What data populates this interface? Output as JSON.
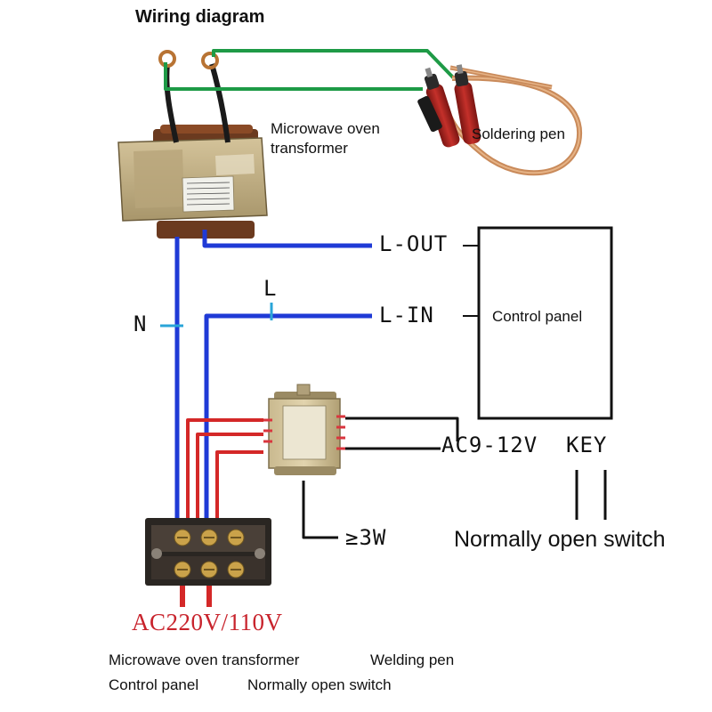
{
  "title": "Wiring diagram",
  "labels": {
    "mot_line1": "Microwave oven",
    "mot_line2": "transformer",
    "soldering_pen": "Soldering pen",
    "control_panel": "Control panel",
    "l_out": "L-OUT",
    "l_in": "L-IN",
    "l_mark": "L",
    "n_mark": "N",
    "ac_low": "AC9-12V",
    "key": "KEY",
    "power_rating": "≥3W",
    "normally_open_switch": "Normally open switch",
    "mains": "AC220V/110V"
  },
  "legend": {
    "row1_a": "Microwave oven transformer",
    "row1_b": "Welding pen",
    "row2_a": "Control panel",
    "row2_b": "Normally open switch"
  },
  "colors": {
    "secondary_wire": "#1e9a46",
    "primary_wire": "#1f3ad6",
    "mains_wire": "#d42828",
    "signal_wire": "#111111",
    "pen_cable": "#c98a5a"
  }
}
